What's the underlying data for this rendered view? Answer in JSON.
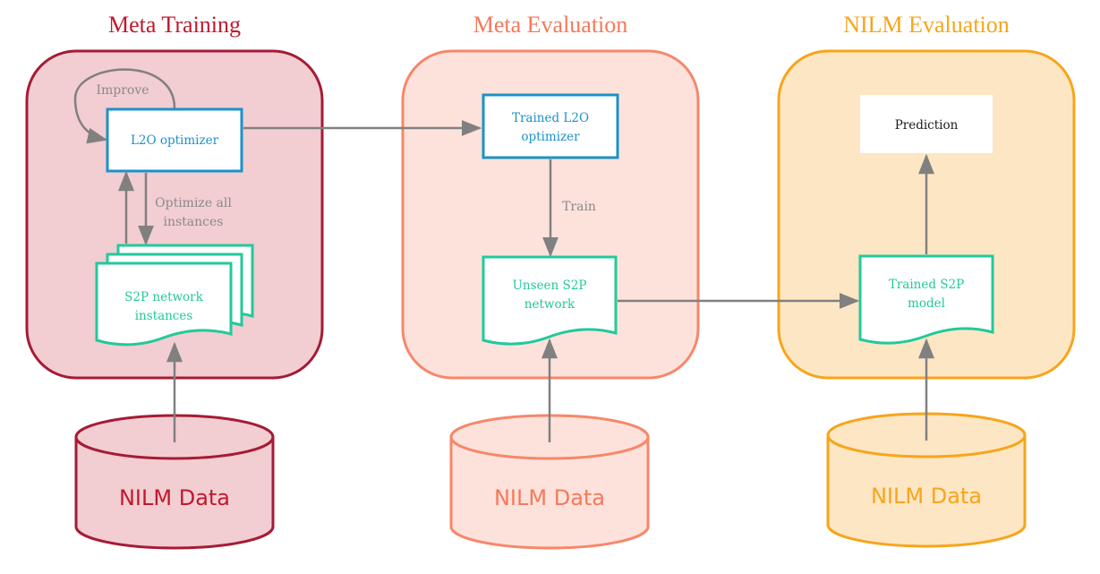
{
  "colors": {
    "training_stroke": "#a61b34",
    "training_fill": "#f2cdd2",
    "training_title": "#c0192c",
    "evaluation_stroke": "#f7876a",
    "evaluation_fill": "#fde2dc",
    "evaluation_title": "#f5795a",
    "nilm_stroke": "#f7a51b",
    "nilm_fill": "#fde6c3",
    "nilm_title": "#f7a51b",
    "blue": "#1b92c8",
    "green": "#22c99a",
    "arrow": "#808080"
  },
  "panels": {
    "meta_training": {
      "title": "Meta Training"
    },
    "meta_evaluation": {
      "title": "Meta Evaluation"
    },
    "nilm_evaluation": {
      "title": "NILM Evaluation"
    }
  },
  "nodes": {
    "l2o_optimizer": "L2O optimizer",
    "s2p_instances": [
      "S2P network",
      "instances"
    ],
    "trained_l2o": [
      "Trained L2O",
      "optimizer"
    ],
    "unseen_s2p": [
      "Unseen S2P",
      "network"
    ],
    "trained_s2p": [
      "Trained S2P",
      "model"
    ],
    "prediction": "Prediction"
  },
  "edges": {
    "improve": "Improve",
    "optimize_all": [
      "Optimize all",
      "instances"
    ],
    "train": "Train"
  },
  "data_stores": {
    "training": "NILM Data",
    "evaluation": "NILM Data",
    "nilm": "NILM Data"
  }
}
